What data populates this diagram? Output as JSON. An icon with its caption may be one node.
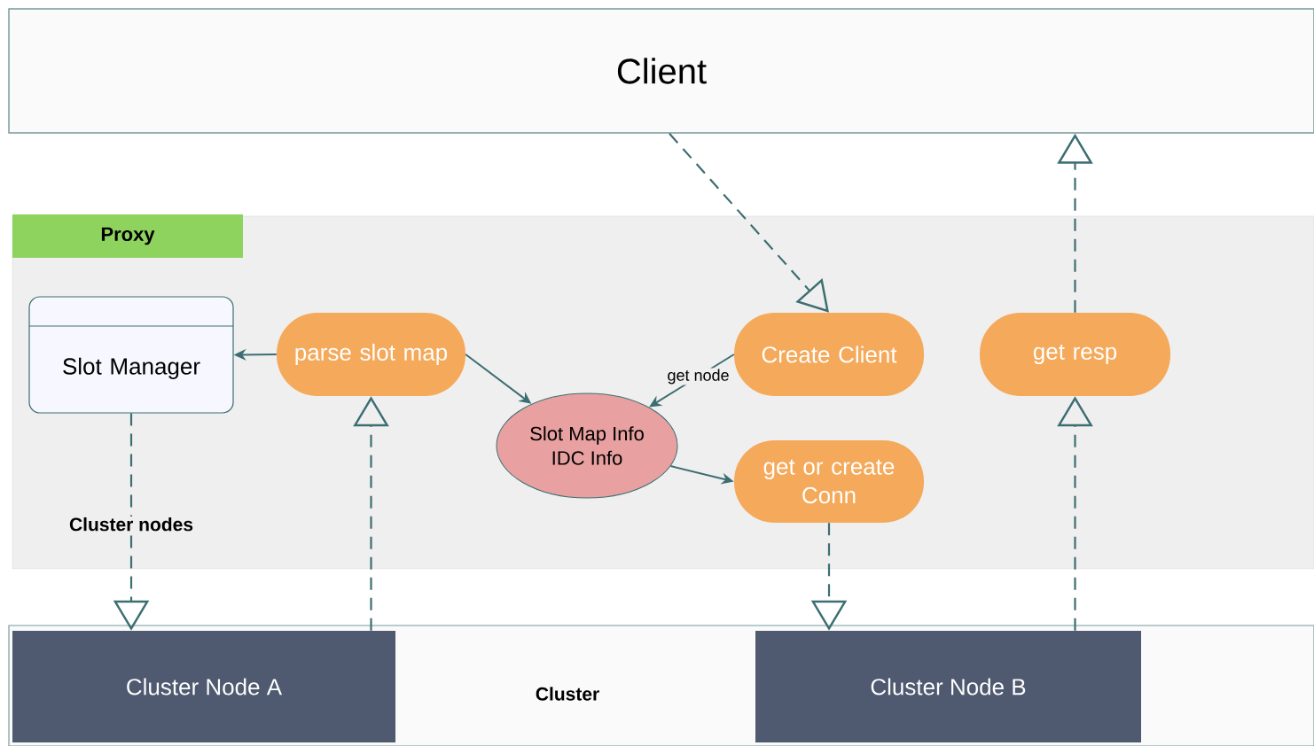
{
  "diagram": {
    "nodes": [
      {
        "text": [
          "Client"
        ]
      },
      {
        "text": [
          "Proxy"
        ]
      },
      {
        "text": [
          "Slot Manager"
        ],
        "in": 1
      },
      {
        "text": [
          "parse slot map"
        ],
        "in": 1
      },
      {
        "text": [
          "Slot Map Info",
          "IDC Info"
        ],
        "in": 1
      },
      {
        "text": [
          "Create Client"
        ],
        "in": 1
      },
      {
        "text": [
          "get or create Conn"
        ],
        "in": 1
      },
      {
        "text": [
          "get resp"
        ],
        "in": 1
      },
      {
        "text": [
          "Cluster"
        ]
      },
      {
        "text": [
          "Cluster Node A"
        ],
        "in": 8
      },
      {
        "text": [
          "Cluster Node B"
        ],
        "in": 8
      }
    ],
    "edges": [
      {
        "from": 3,
        "to": 2,
        "arrow": "to"
      },
      {
        "from": 3,
        "to": 4,
        "arrow": "to"
      },
      {
        "from": 5,
        "to": 4,
        "arrow": "to",
        "label": "get node"
      },
      {
        "from": 4,
        "to": 6,
        "arrow": "to"
      },
      {
        "from": 0,
        "to": 5,
        "arrow": "to",
        "style": "dashed"
      },
      {
        "from": 2,
        "to": 9,
        "arrow": "to",
        "style": "dashed",
        "label": "Cluster nodes"
      },
      {
        "from": 9,
        "to": 3,
        "arrow": "to",
        "style": "dashed"
      },
      {
        "from": 6,
        "to": 10,
        "arrow": "to",
        "style": "dashed"
      },
      {
        "from": 10,
        "to": 7,
        "arrow": "to",
        "style": "dashed"
      },
      {
        "from": 7,
        "to": 0,
        "arrow": "to",
        "style": "dashed"
      }
    ]
  }
}
